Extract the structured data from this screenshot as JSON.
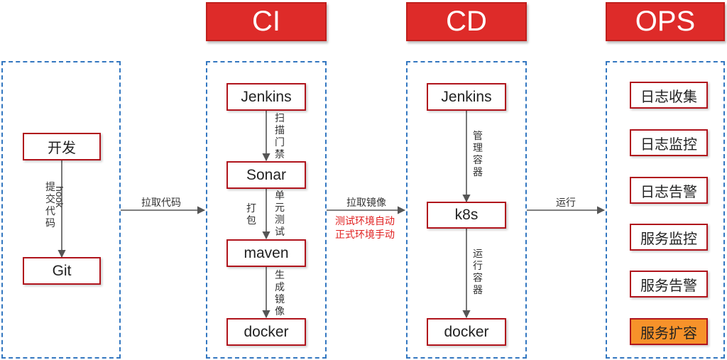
{
  "headers": {
    "ci": "CI",
    "cd": "CD",
    "ops": "OPS"
  },
  "dev": {
    "develop": "开发",
    "git": "Git",
    "submit_code": "提交代码",
    "hook": "hook"
  },
  "links": {
    "pull_code": "拉取代码",
    "pull_image": "拉取镜像",
    "test_env_auto": "测试环境自动",
    "prod_env_manual": "正式环境手动",
    "run": "运行"
  },
  "ci": {
    "jenkins": "Jenkins",
    "scan_gate": "扫描门禁",
    "sonar": "Sonar",
    "package": "打包",
    "unit_test": "单元测试",
    "maven": "maven",
    "build_image": "生成镜像",
    "docker": "docker"
  },
  "cd": {
    "jenkins": "Jenkins",
    "manage_containers": "管理容器",
    "k8s": "k8s",
    "run_containers": "运行容器",
    "docker": "docker"
  },
  "ops": {
    "items": [
      "日志收集",
      "日志监控",
      "日志告警",
      "服务监控",
      "服务告警",
      "服务扩容"
    ]
  },
  "colors": {
    "header_red": "#de2b29",
    "node_border": "#b0141c",
    "dashed_blue": "#3377c0",
    "highlight_orange": "#f7922a",
    "annotation_red": "#e02020"
  }
}
